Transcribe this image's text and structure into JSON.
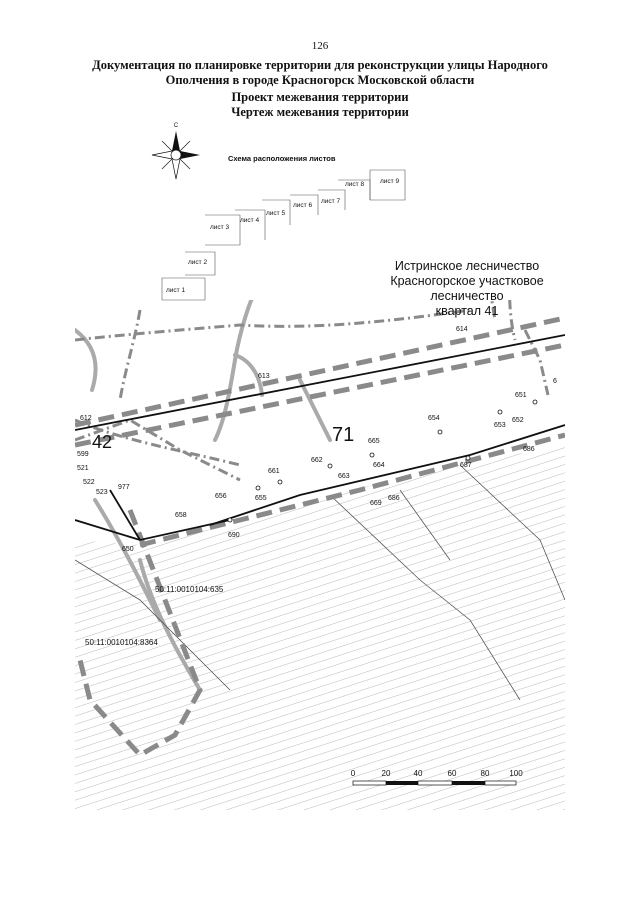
{
  "page_number": "126",
  "header": {
    "line1": "Документация по планировке территории для реконструкции улицы Народного",
    "line2": "Ополчения в городе Красногорск Московской области",
    "line3": "Проект межевания территории",
    "line4": "Чертеж межевания территории"
  },
  "scheme": {
    "title": "Схема расположения листов",
    "sheets": [
      "лист 1",
      "лист 2",
      "лист 3",
      "лист 4",
      "лист 5",
      "лист 6",
      "лист 7",
      "лист 8",
      "лист 9"
    ]
  },
  "forestry": {
    "line1": "Истринское лесничество",
    "line2": "Красногорское участковое",
    "line3": "лесничество",
    "line4": "квартал 41"
  },
  "quarters": {
    "q71": "71",
    "q42": "42"
  },
  "parcels": {
    "p1": "50:11:0010104:635",
    "p2": "50:11:0010104:8364"
  },
  "points": [
    "614",
    "613",
    "612",
    "599",
    "521",
    "523",
    "522",
    "977",
    "650",
    "658",
    "690",
    "656",
    "655",
    "661",
    "662",
    "663",
    "665",
    "664",
    "669",
    "686",
    "654",
    "653",
    "651",
    "652",
    "687",
    "686",
    "6"
  ],
  "scale": {
    "ticks": [
      "0",
      "20",
      "40",
      "60",
      "80",
      "100"
    ]
  },
  "colors": {
    "line": "#111111",
    "dashed_gray": "#8a8a8a",
    "hatch": "#9a9a9a"
  }
}
